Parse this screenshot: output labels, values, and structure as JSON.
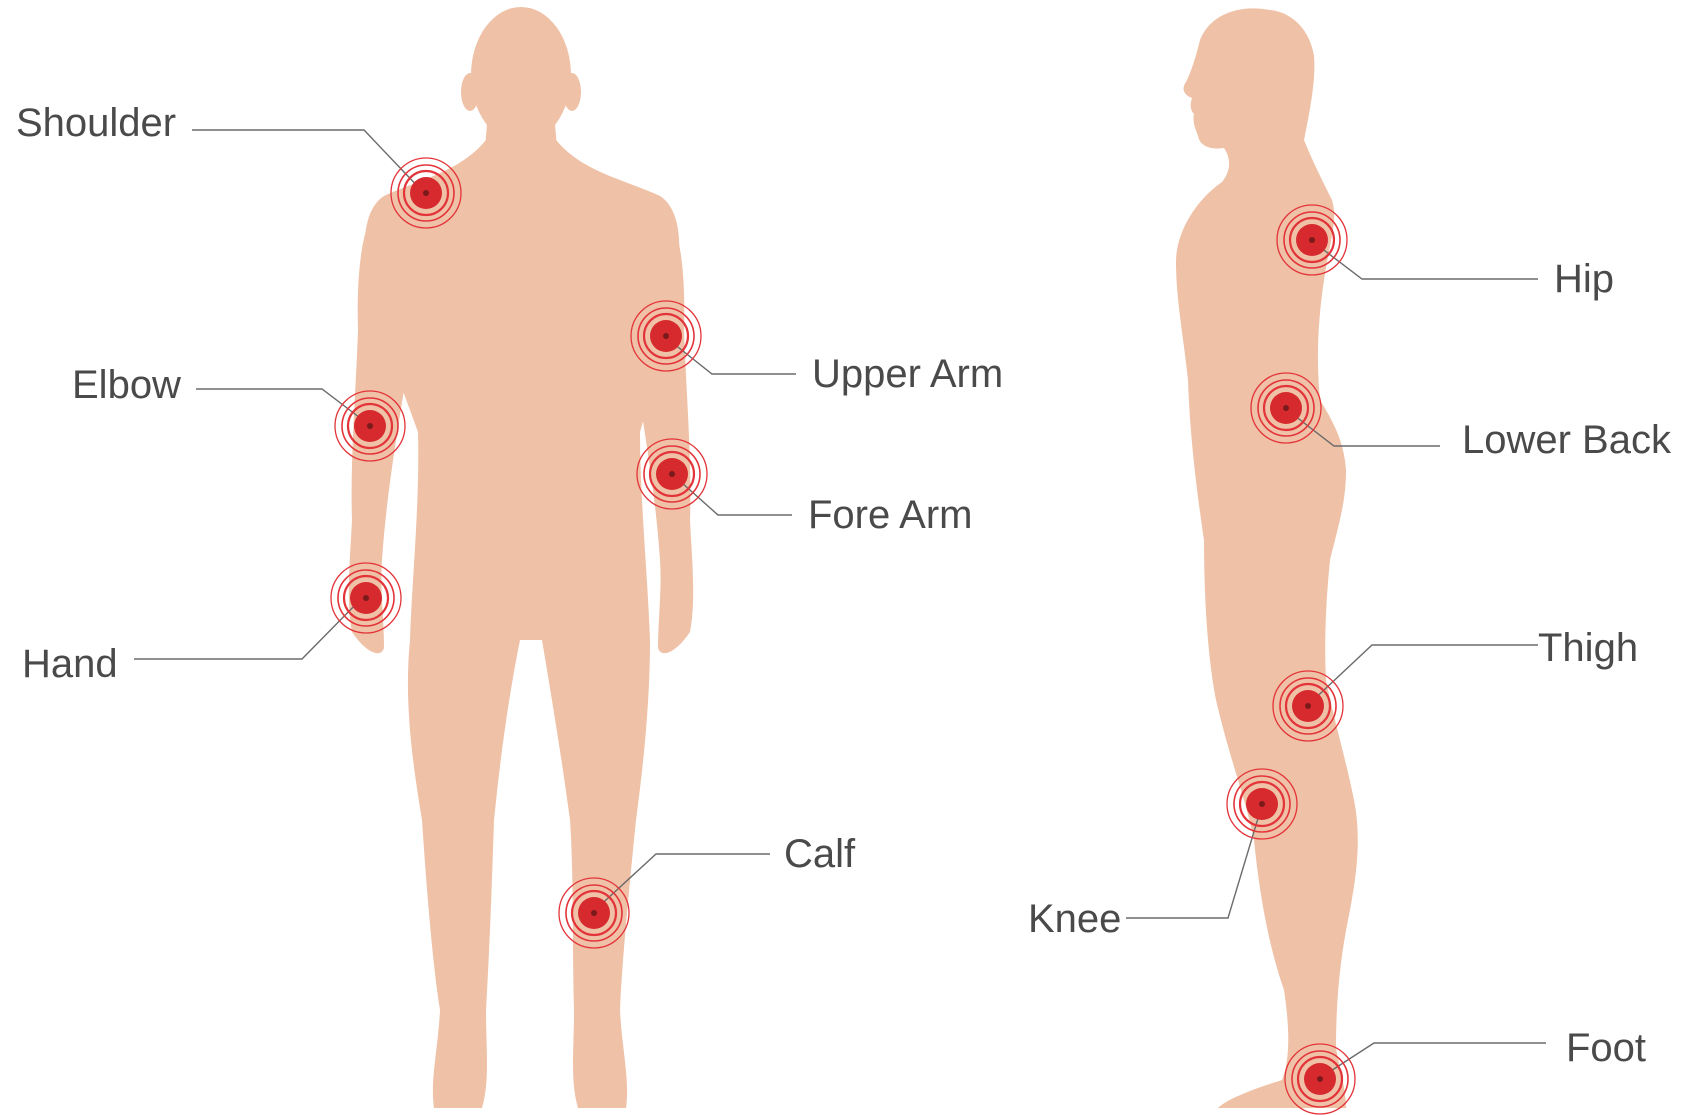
{
  "palette": {
    "skin": "#efc1a6",
    "pain": "#d62a2f",
    "ring": "#e3343a",
    "leader": "#6b6b6b",
    "text": "#4a4a4a"
  },
  "figures": {
    "front": {
      "view": "front"
    },
    "side": {
      "view": "side"
    }
  },
  "labels": {
    "shoulder": "Shoulder",
    "elbow": "Elbow",
    "hand": "Hand",
    "upper_arm": "Upper Arm",
    "fore_arm": "Fore Arm",
    "calf": "Calf",
    "hip": "Hip",
    "lower_back": "Lower Back",
    "thigh": "Thigh",
    "knee": "Knee",
    "foot": "Foot"
  }
}
